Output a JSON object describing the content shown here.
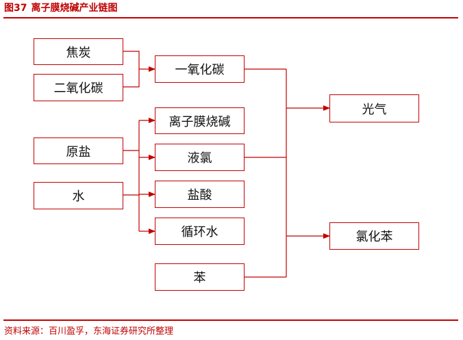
{
  "figure": {
    "number": "图37",
    "title": "离子膜烧碱产业链图"
  },
  "nodes": {
    "coke": "焦炭",
    "co2": "二氧化碳",
    "co": "一氧化碳",
    "salt": "原盐",
    "water": "水",
    "caustic": "离子膜烧碱",
    "chlorine": "液氯",
    "hcl": "盐酸",
    "circ_water": "循环水",
    "benzene": "苯",
    "phosgene": "光气",
    "chlorobenzene": "氯化苯"
  },
  "colors": {
    "accent": "#c00000"
  },
  "source": "资料来源：百川盈孚，东海证券研究所整理"
}
